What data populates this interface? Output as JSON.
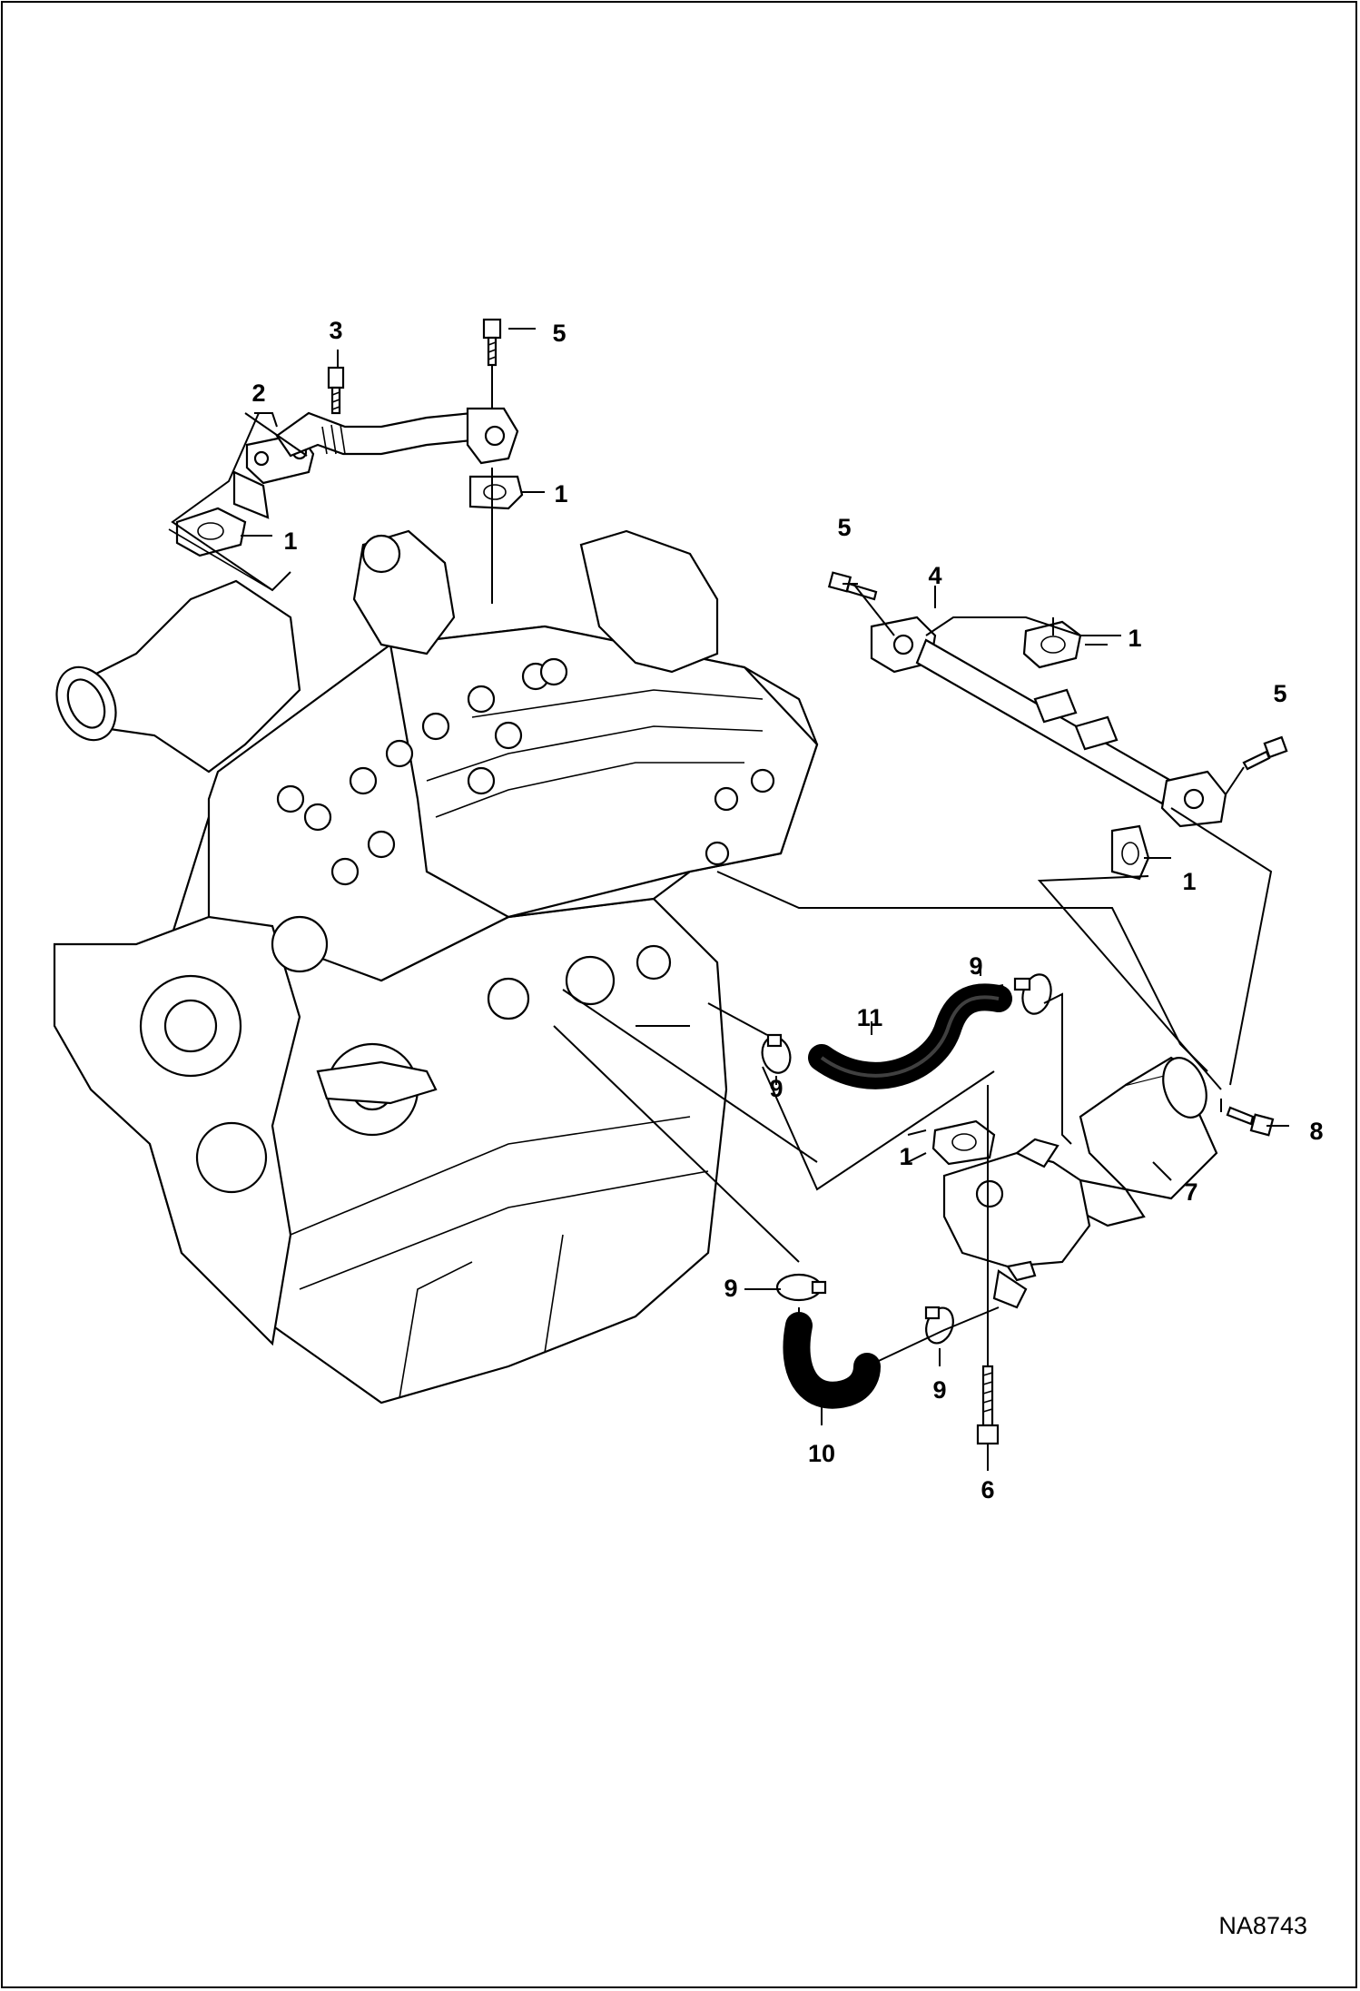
{
  "figure_id": "NA8743",
  "callouts": [
    {
      "key": "c3",
      "label": "3"
    },
    {
      "key": "c5a",
      "label": "5"
    },
    {
      "key": "c2",
      "label": "2"
    },
    {
      "key": "c1a",
      "label": "1"
    },
    {
      "key": "c1b",
      "label": "1"
    },
    {
      "key": "c5b",
      "label": "5"
    },
    {
      "key": "c4",
      "label": "4"
    },
    {
      "key": "c1c",
      "label": "1"
    },
    {
      "key": "c5c",
      "label": "5"
    },
    {
      "key": "c1d",
      "label": "1"
    },
    {
      "key": "c9a",
      "label": "9"
    },
    {
      "key": "c11",
      "label": "11"
    },
    {
      "key": "c9b",
      "label": "9"
    },
    {
      "key": "c8",
      "label": "8"
    },
    {
      "key": "c1e",
      "label": "1"
    },
    {
      "key": "c7",
      "label": "7"
    },
    {
      "key": "c9c",
      "label": "9"
    },
    {
      "key": "c9d",
      "label": "9"
    },
    {
      "key": "c10",
      "label": "10"
    },
    {
      "key": "c6",
      "label": "6"
    }
  ]
}
